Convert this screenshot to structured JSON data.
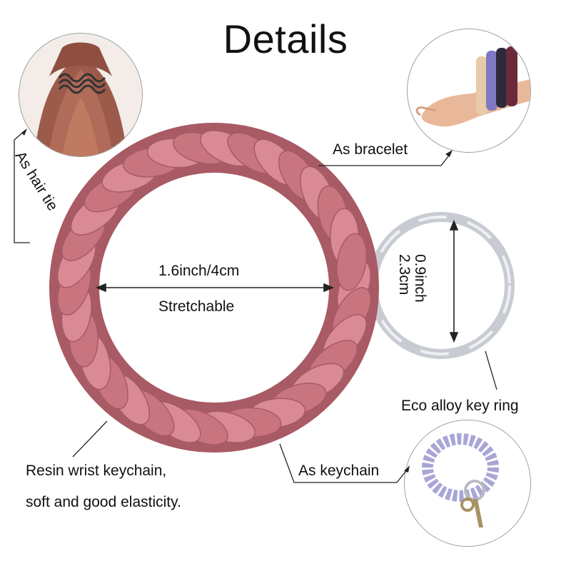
{
  "title": "Details",
  "uses": {
    "hair_tie": "As hair tie",
    "bracelet": "As bracelet",
    "keychain": "As keychain"
  },
  "measurements": {
    "inner_diameter": "1.6inch/4cm",
    "stretch_note": "Stretchable",
    "ring_inch": "0.9inch",
    "ring_cm": "2.3cm"
  },
  "features": {
    "key_ring": "Eco alloy key ring",
    "material_line1": "Resin wrist keychain,",
    "material_line2": "soft and  good elasticity."
  },
  "colors": {
    "coil_main": "#c9757f",
    "coil_light": "#d98a94",
    "coil_shadow": "#a85a65",
    "ring_metal": "#c8ccd2",
    "lavender_coil": "#a9a6d6"
  }
}
